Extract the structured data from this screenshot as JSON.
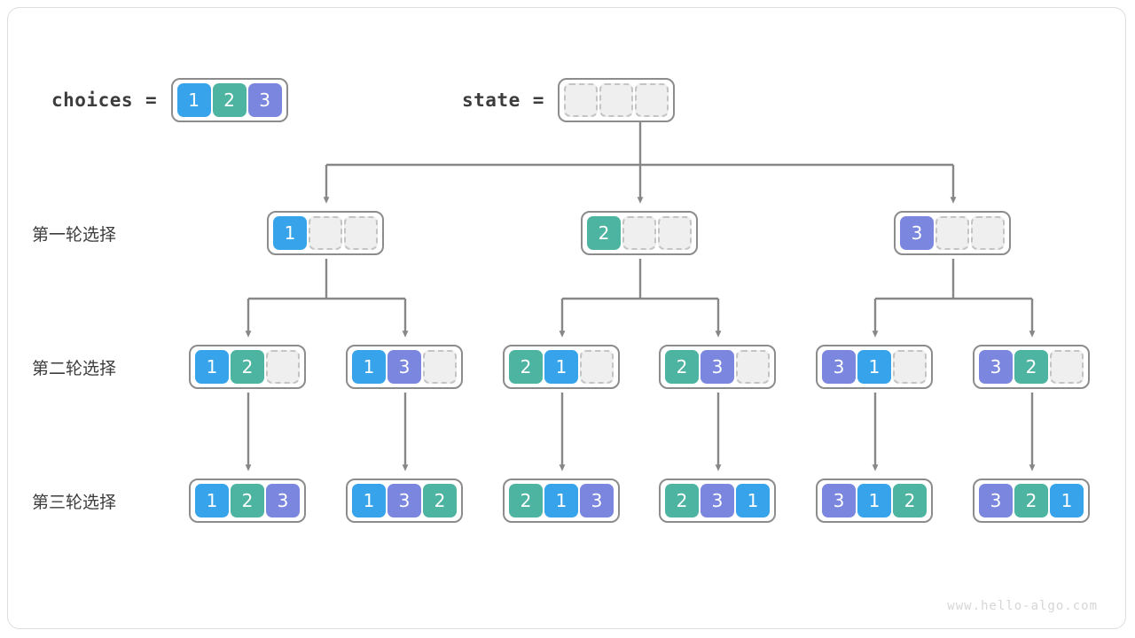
{
  "header": {
    "choices": {
      "label": "choices",
      "equals": "=",
      "values": [
        "1",
        "2",
        "3"
      ]
    },
    "state": {
      "label": "state",
      "equals": "=",
      "values": [
        "",
        "",
        ""
      ]
    }
  },
  "colors": {
    "value_1": "#36a3eb",
    "value_2": "#4cb4a0",
    "value_3": "#7b86de",
    "empty_fill": "#efefef",
    "empty_border": "#c4c4c4",
    "node_border": "#8c8c8c",
    "connector": "#878787",
    "frame_border": "#dddddd",
    "text": "#3c3c3c",
    "watermark": "#d6d6d6"
  },
  "rows": [
    {
      "label": "第一轮选择",
      "nodes": [
        {
          "cells": [
            "1",
            "",
            ""
          ]
        },
        {
          "cells": [
            "2",
            "",
            ""
          ]
        },
        {
          "cells": [
            "3",
            "",
            ""
          ]
        }
      ]
    },
    {
      "label": "第二轮选择",
      "nodes": [
        {
          "cells": [
            "1",
            "2",
            ""
          ]
        },
        {
          "cells": [
            "1",
            "3",
            ""
          ]
        },
        {
          "cells": [
            "2",
            "1",
            ""
          ]
        },
        {
          "cells": [
            "2",
            "3",
            ""
          ]
        },
        {
          "cells": [
            "3",
            "1",
            ""
          ]
        },
        {
          "cells": [
            "3",
            "2",
            ""
          ]
        }
      ]
    },
    {
      "label": "第三轮选择",
      "nodes": [
        {
          "cells": [
            "1",
            "2",
            "3"
          ]
        },
        {
          "cells": [
            "1",
            "3",
            "2"
          ]
        },
        {
          "cells": [
            "2",
            "1",
            "3"
          ]
        },
        {
          "cells": [
            "2",
            "3",
            "1"
          ]
        },
        {
          "cells": [
            "3",
            "1",
            "2"
          ]
        },
        {
          "cells": [
            "3",
            "2",
            "1"
          ]
        }
      ]
    }
  ],
  "watermark": "www.hello-algo.com"
}
